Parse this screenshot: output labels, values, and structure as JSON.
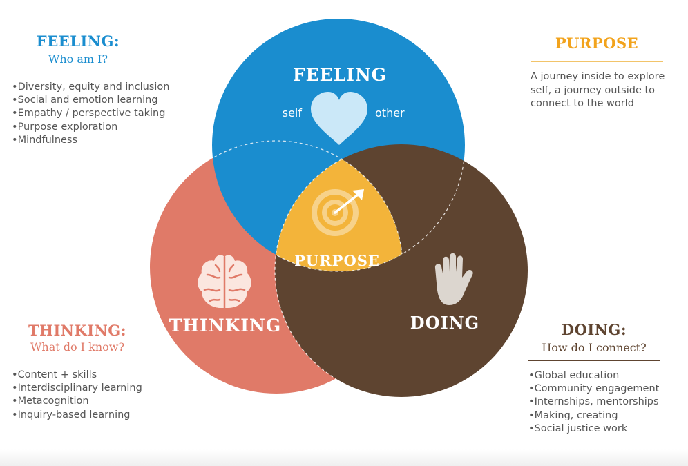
{
  "panels": {
    "feeling": {
      "title": "FEELING:",
      "subtitle": "Who am I?",
      "items": [
        "Diversity, equity and inclusion",
        "Social and emotion learning",
        "Empathy / perspective taking",
        "Purpose exploration",
        "Mindfulness"
      ]
    },
    "purpose": {
      "title": "PURPOSE",
      "description": "A journey inside to explore self, a journey outside to connect to the world"
    },
    "thinking": {
      "title": "THINKING:",
      "subtitle": "What do I know?",
      "items": [
        "Content + skills",
        "Interdisciplinary learning",
        "Metacognition",
        "Inquiry-based learning"
      ]
    },
    "doing": {
      "title": "DOING:",
      "subtitle": "How do I connect?",
      "items": [
        "Global education",
        "Community engagement",
        "Internships, mentorships",
        "Making, creating",
        "Social justice work"
      ]
    }
  },
  "venn": {
    "feeling_label": "FEELING",
    "self_label": "self",
    "other_label": "other",
    "thinking_label": "THINKING",
    "doing_label": "DOING",
    "purpose_label": "PURPOSE",
    "icons": [
      "heart-icon",
      "target-arrow-icon",
      "brain-icon",
      "hand-icon"
    ]
  },
  "colors": {
    "feeling": "#1a8dcf",
    "thinking": "#e07a68",
    "doing": "#5e4430",
    "purpose": "#f3b43a",
    "purpose_title": "#f2a31c",
    "thinking_title": "#e07a68",
    "doing_title": "#5e4430",
    "heart": "#cbe8f8"
  }
}
